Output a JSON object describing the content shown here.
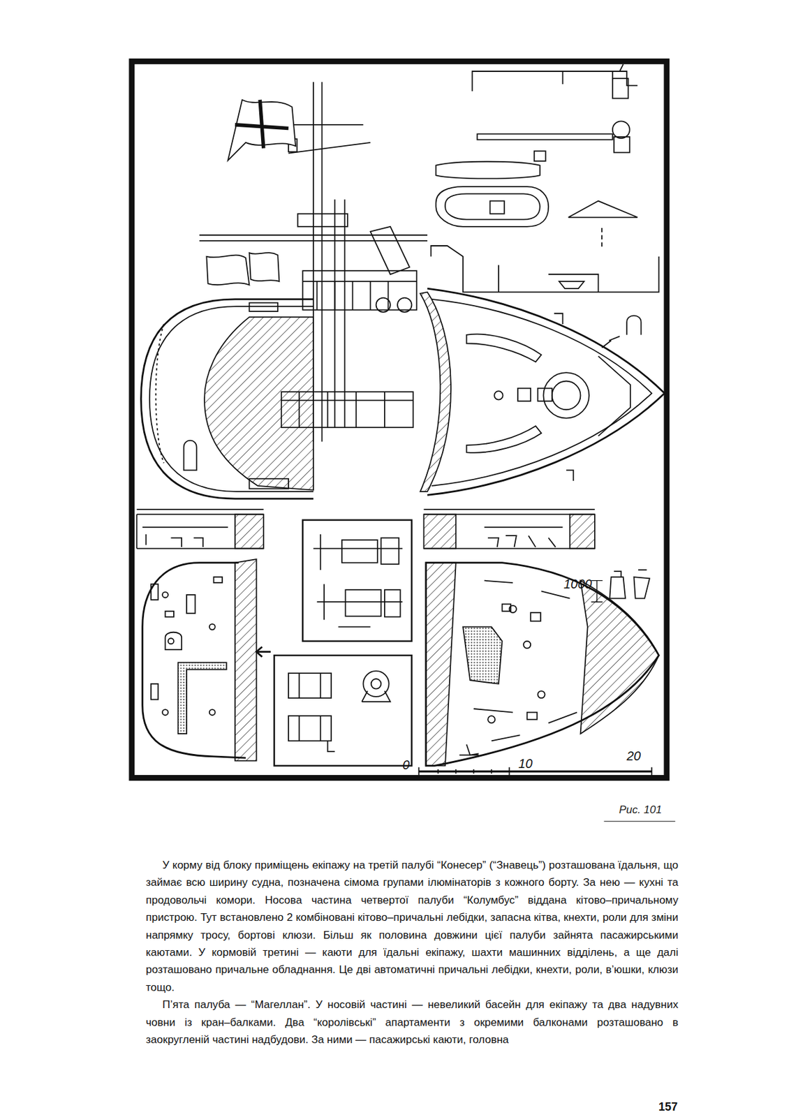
{
  "diagram": {
    "caption": "Рис. 101",
    "labels": [
      "1000",
      "0",
      "10",
      "20",
      "У корму від блоку приміщень екіпажу на третій палубі “Конесер” (“Знавець”) розташована їдальня, що займає всю ширину судна, позначена сімома групами ілюмінаторів з кожного борту. За нею — кухні та продовольчі комори. Носова частина четвертої палуби “Колумбус” віддана кітово–причальному пристрою. Тут встановлено 2 комбіновані кітово–причальні лебідки, запасна кітва, кнехти, роли для зміни напрямку тросу, бортові клюзи. Більш як половина довжини цієї палуби зайнята пасажирськими каютами. У кормовій третині — каюти для їдальні екіпажу, шахти машинних відділень, а ще далі розташовано причальне обладнання. Це дві автоматичні причальні лебідки, кнехти, роли, в’юшки, клюзи тощо.",
      "П’ята палуба — “Магеллан”. У носовій частині — невеликий басейн для екіпажу та два надувних човни із кран–балками. Два “королівські” апартаменти з окремими балконами розташовано в заокругленій частині надбудови. За ними — пасажирські каюти, головна",
      "157"
    ]
  }
}
